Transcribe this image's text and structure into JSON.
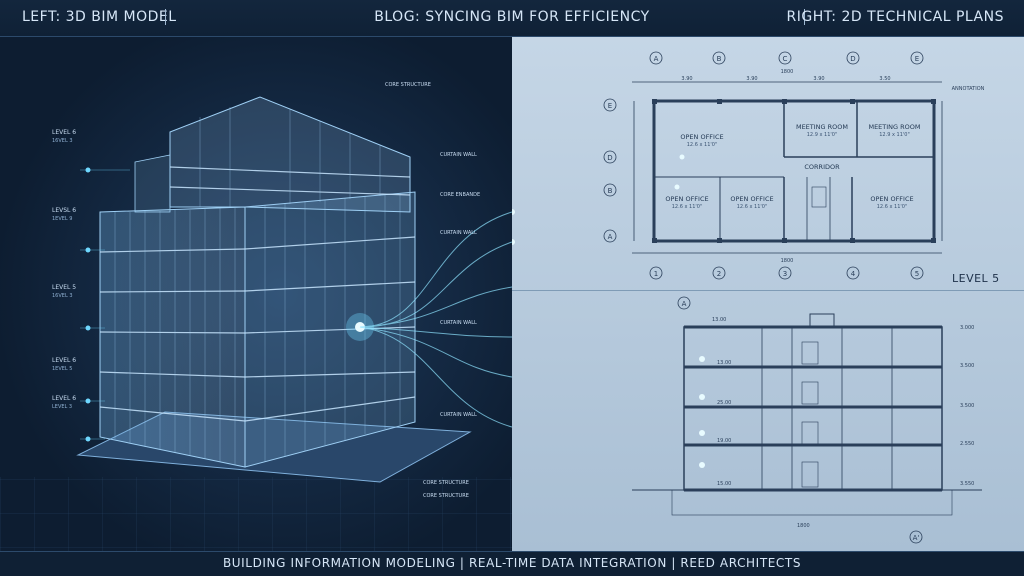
{
  "header": {
    "left": "LEFT: 3D BIM MODEL",
    "center": "BLOG: SYNCING BIM FOR EFFICIENCY",
    "right": "RIGHT: 2D TECHNICAL PLANS"
  },
  "footer": {
    "text": "BUILDING INFORMATION MODELING | REAL-TIME DATA INTEGRATION | REED ARCHITECTS"
  },
  "model_labels": {
    "levels": [
      {
        "name": "LEVEL 6",
        "sub": "16VEL 3"
      },
      {
        "name": "LEVSL 6",
        "sub": "1EVEL 9"
      },
      {
        "name": "LEVEL 5",
        "sub": "16VEL 3"
      },
      {
        "name": "LEVEL 6",
        "sub": "1EVEL 5"
      },
      {
        "name": "LEVEL 6",
        "sub": "LEVEL 3"
      }
    ],
    "callouts": [
      "CORE STRUCTURE",
      "CURTAIN WALL",
      "CORE ENBANDE",
      "CURTAIN WALL",
      "CURTAIN WALL",
      "CURTAIN WALL",
      "CORE STRUCTURE",
      "CORE STRUCTURE"
    ]
  },
  "floor_plan": {
    "grid_top": [
      "A",
      "B",
      "C",
      "D",
      "E"
    ],
    "grid_bottom": [
      "1",
      "2",
      "3",
      "4",
      "5"
    ],
    "grid_side": [
      "E",
      "D",
      "B",
      "A"
    ],
    "dims_top": [
      "3.90",
      "3.90",
      "3.90",
      "3.50"
    ],
    "overall": "1800",
    "annotation": "ANNOTATION",
    "rooms": [
      {
        "name": "OPEN OFFICE",
        "sub": "12.6 x 11'0\""
      },
      {
        "name": "MEETING ROOM",
        "sub": "12.9 x 11'0\""
      },
      {
        "name": "MEETING ROOM",
        "sub": "12.9 x 11'0\""
      },
      {
        "name": "CORRIDOR",
        "sub": ""
      },
      {
        "name": "OPEN OFFICE",
        "sub": "12.6 x 11'0\""
      },
      {
        "name": "OPEN OFFICE",
        "sub": "12.6 x 11'0\""
      },
      {
        "name": "OPEN OFFICE",
        "sub": "12.6 x 11'0\""
      }
    ],
    "level": "LEVEL 5"
  },
  "section": {
    "grid": [
      "A",
      "A'"
    ],
    "levels": [
      "13.00",
      "13.00",
      "25.00",
      "19.00",
      "15.00"
    ],
    "right_elev": [
      "3.000",
      "3.500",
      "3.500",
      "2.550",
      "3.550"
    ],
    "overall": "1800"
  },
  "colors": {
    "accent": "#6fd8ff",
    "blueprint": "#1f3550"
  }
}
